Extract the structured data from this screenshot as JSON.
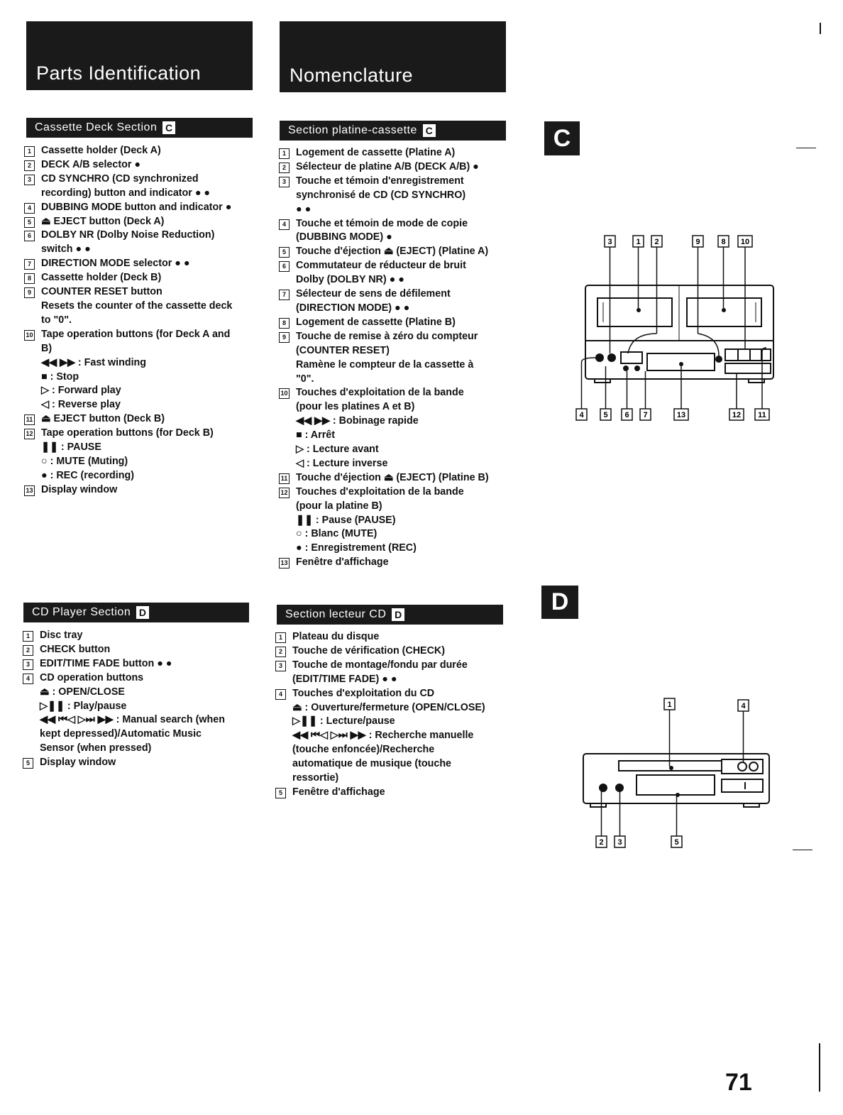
{
  "header_en": "Parts Identification",
  "header_fr": "Nomenclature",
  "deck_en": {
    "title": "Cassette Deck Section",
    "letter": "C",
    "items": [
      {
        "n": "1",
        "t": "Cassette holder (Deck A)"
      },
      {
        "n": "2",
        "t": "DECK A/B selector ●"
      },
      {
        "n": "3",
        "t": "CD SYNCHRO (CD synchronized"
      },
      {
        "n": "",
        "t": "recording) button and indicator ● ●"
      },
      {
        "n": "4",
        "t": "DUBBING MODE button and indicator ●"
      },
      {
        "n": "5",
        "t": "⏏ EJECT button (Deck A)"
      },
      {
        "n": "6",
        "t": "DOLBY NR (Dolby Noise Reduction)"
      },
      {
        "n": "",
        "t": "switch ● ●"
      },
      {
        "n": "7",
        "t": "DIRECTION MODE selector ● ●"
      },
      {
        "n": "8",
        "t": "Cassette holder (Deck B)"
      },
      {
        "n": "9",
        "t": "COUNTER RESET button"
      },
      {
        "n": "",
        "t": "Resets the counter of the cassette deck"
      },
      {
        "n": "",
        "t": "to \"0\"."
      },
      {
        "n": "10",
        "t": "Tape operation buttons (for Deck A and"
      },
      {
        "n": "",
        "t": "B)"
      },
      {
        "n": "",
        "t": "◀◀ ▶▶ : Fast winding"
      },
      {
        "n": "",
        "t": "■ : Stop"
      },
      {
        "n": "",
        "t": "▷ : Forward play"
      },
      {
        "n": "",
        "t": "◁ : Reverse play"
      },
      {
        "n": "11",
        "t": "⏏ EJECT button (Deck B)"
      },
      {
        "n": "12",
        "t": "Tape operation buttons (for Deck B)"
      },
      {
        "n": "",
        "t": "❚❚ : PAUSE"
      },
      {
        "n": "",
        "t": "○ : MUTE (Muting)"
      },
      {
        "n": "",
        "t": "● : REC (recording)"
      },
      {
        "n": "13",
        "t": "Display window"
      }
    ]
  },
  "deck_fr": {
    "title": "Section platine-cassette",
    "letter": "C",
    "items": [
      {
        "n": "1",
        "t": "Logement de cassette (Platine A)"
      },
      {
        "n": "2",
        "t": "Sélecteur de platine A/B (DECK A/B) ●"
      },
      {
        "n": "3",
        "t": "Touche et témoin d'enregistrement"
      },
      {
        "n": "",
        "t": "synchronisé de CD (CD SYNCHRO)"
      },
      {
        "n": "",
        "t": "● ●"
      },
      {
        "n": "4",
        "t": "Touche et témoin de mode de copie"
      },
      {
        "n": "",
        "t": "(DUBBING MODE) ●"
      },
      {
        "n": "5",
        "t": "Touche d'éjection ⏏ (EJECT) (Platine A)"
      },
      {
        "n": "6",
        "t": "Commutateur de réducteur de bruit"
      },
      {
        "n": "",
        "t": "Dolby (DOLBY NR) ● ●"
      },
      {
        "n": "7",
        "t": "Sélecteur de sens de défilement"
      },
      {
        "n": "",
        "t": "(DIRECTION MODE) ● ●"
      },
      {
        "n": "8",
        "t": "Logement de cassette (Platine B)"
      },
      {
        "n": "9",
        "t": "Touche de remise à zéro du compteur"
      },
      {
        "n": "",
        "t": "(COUNTER RESET)"
      },
      {
        "n": "",
        "t": "Ramène le compteur de la cassette à"
      },
      {
        "n": "",
        "t": "\"0\"."
      },
      {
        "n": "10",
        "t": "Touches d'exploitation de la bande"
      },
      {
        "n": "",
        "t": "(pour les platines A et B)"
      },
      {
        "n": "",
        "t": "◀◀ ▶▶ : Bobinage rapide"
      },
      {
        "n": "",
        "t": "■ : Arrêt"
      },
      {
        "n": "",
        "t": "▷ : Lecture avant"
      },
      {
        "n": "",
        "t": "◁ : Lecture inverse"
      },
      {
        "n": "11",
        "t": "Touche d'éjection ⏏ (EJECT) (Platine B)"
      },
      {
        "n": "12",
        "t": "Touches d'exploitation de la bande"
      },
      {
        "n": "",
        "t": "(pour la platine B)"
      },
      {
        "n": "",
        "t": "❚❚ : Pause (PAUSE)"
      },
      {
        "n": "",
        "t": "○ : Blanc (MUTE)"
      },
      {
        "n": "",
        "t": "● : Enregistrement (REC)"
      },
      {
        "n": "13",
        "t": "Fenêtre d'affichage"
      }
    ]
  },
  "cd_en": {
    "title": "CD Player Section",
    "letter": "D",
    "items": [
      {
        "n": "1",
        "t": "Disc tray"
      },
      {
        "n": "2",
        "t": "CHECK button"
      },
      {
        "n": "3",
        "t": "EDIT/TIME FADE button ● ●"
      },
      {
        "n": "4",
        "t": "CD operation buttons"
      },
      {
        "n": "",
        "t": "⏏ : OPEN/CLOSE"
      },
      {
        "n": "",
        "t": "▷❚❚ : Play/pause"
      },
      {
        "n": "",
        "t": "◀◀ ⏮◁ ▷⏭ ▶▶ : Manual search (when"
      },
      {
        "n": "",
        "t": "kept depressed)/Automatic Music"
      },
      {
        "n": "",
        "t": "Sensor (when pressed)"
      },
      {
        "n": "5",
        "t": "Display window"
      }
    ]
  },
  "cd_fr": {
    "title": "Section lecteur CD",
    "letter": "D",
    "items": [
      {
        "n": "1",
        "t": "Plateau du disque"
      },
      {
        "n": "2",
        "t": "Touche de vérification (CHECK)"
      },
      {
        "n": "3",
        "t": "Touche de montage/fondu par durée"
      },
      {
        "n": "",
        "t": "(EDIT/TIME FADE) ● ●"
      },
      {
        "n": "4",
        "t": "Touches d'exploitation du CD"
      },
      {
        "n": "",
        "t": "⏏ : Ouverture/fermeture (OPEN/CLOSE)"
      },
      {
        "n": "",
        "t": "▷❚❚ : Lecture/pause"
      },
      {
        "n": "",
        "t": "◀◀ ⏮◁ ▷⏭ ▶▶ : Recherche manuelle"
      },
      {
        "n": "",
        "t": "(touche enfoncée)/Recherche"
      },
      {
        "n": "",
        "t": "automatique de musique (touche"
      },
      {
        "n": "",
        "t": "ressortie)"
      },
      {
        "n": "5",
        "t": "Fenêtre d'affichage"
      }
    ]
  },
  "fig_c": {
    "letter": "C",
    "top_labels": [
      "3",
      "1",
      "2",
      "9",
      "8",
      "10"
    ],
    "bottom_labels": [
      "4",
      "5",
      "6",
      "7",
      "13",
      "12",
      "11"
    ]
  },
  "fig_d": {
    "letter": "D",
    "top_labels": [
      "1",
      "4"
    ],
    "bottom_labels": [
      "2",
      "3",
      "5"
    ]
  },
  "page_number": "71"
}
